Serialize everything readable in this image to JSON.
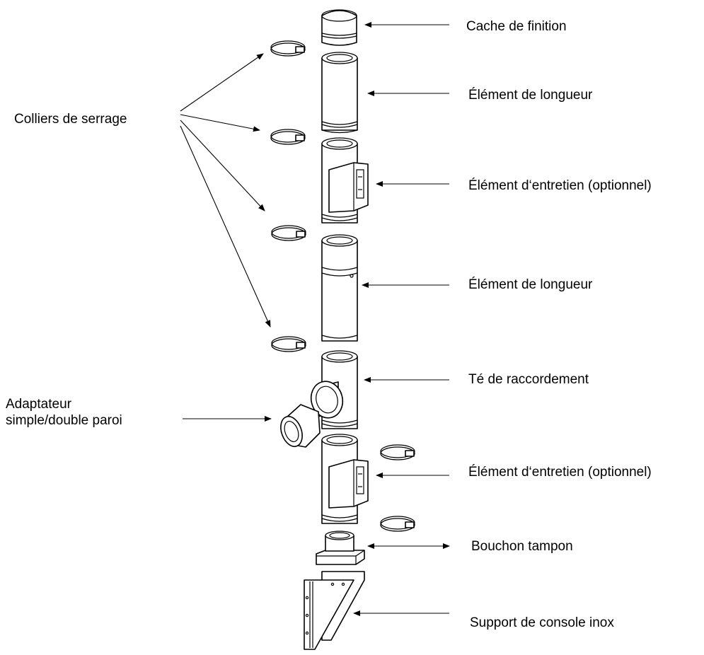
{
  "labels": {
    "cache_de_finition": "Cache de finition",
    "element_longueur_1": "Élément de longueur",
    "element_entretien_1": "Élément d‘entretien (optionnel)",
    "element_longueur_2": "Élément de longueur",
    "te_raccordement": "Té de raccordement",
    "element_entretien_2": "Élément d‘entretien (optionnel)",
    "bouchon_tampon": "Bouchon tampon",
    "support_console": "Support de console inox",
    "colliers": "Colliers de serrage",
    "adaptateur_line1": "Adaptateur",
    "adaptateur_line2": "simple/double paroi"
  }
}
